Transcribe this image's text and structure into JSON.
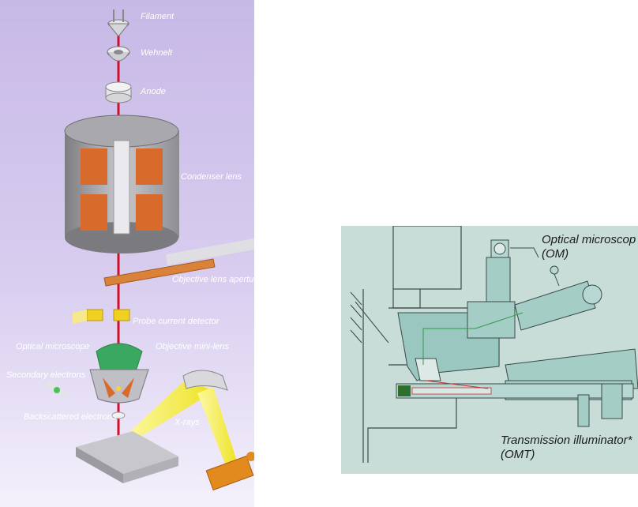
{
  "column_diagram": {
    "labels": {
      "filament": "Filament",
      "wehnelt": "Wehnelt",
      "anode": "Anode",
      "condenser": "Condenser lens",
      "aperture": "Objective lens aperture",
      "probe": "Probe current detector",
      "optical": "Optical microscope",
      "objective": "Objective mini-lens",
      "secondary": "Secondary electrons",
      "backscattered": "Backscattered electrons",
      "xrays": "X-rays"
    },
    "colors": {
      "background_top": "#c9bce6",
      "background_bottom": "#f4f0fb",
      "beam": "#d0102a",
      "coil": "#d86a2c",
      "xray": "#f4ef2a",
      "lens_green": "#3aa860"
    }
  },
  "cross_section": {
    "labels": {
      "om_line1": "Optical microscop",
      "om_line2": "(OM)",
      "omt_line1": "Transmission illuminator*",
      "omt_line2": "(OMT)"
    },
    "colors": {
      "background": "#c8ddd8",
      "housing": "#9ac7bf",
      "line": "#3b4a48"
    }
  }
}
